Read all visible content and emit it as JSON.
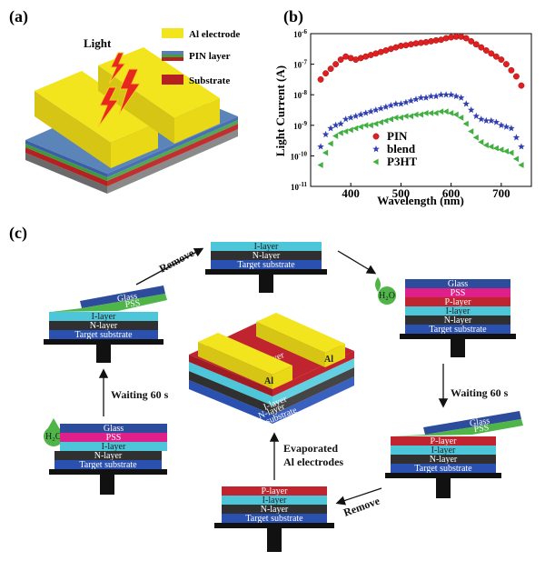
{
  "panels": {
    "a": {
      "label": "(a)",
      "light": "Light",
      "legend": [
        {
          "name": "Al electrode",
          "color": "#f2e51e"
        },
        {
          "name": "PIN layer",
          "color": "#5b7fb5"
        },
        {
          "name": "Substrate",
          "color": "#b52020"
        }
      ]
    },
    "b": {
      "label": "(b)"
    },
    "c": {
      "label": "(c)"
    }
  },
  "chart_data": {
    "type": "scatter",
    "xlabel": "Wavelength (nm)",
    "ylabel": "Light Current (A)",
    "xlim": [
      320,
      760
    ],
    "ylim_log10": [
      -11,
      -6
    ],
    "x_ticks": [
      400,
      500,
      600,
      700
    ],
    "y_ticks": [
      "10^-11",
      "10^-10",
      "10^-9",
      "10^-8",
      "10^-7",
      "10^-6"
    ],
    "legend_placement": "bottom-left",
    "x": [
      340,
      350,
      360,
      370,
      380,
      390,
      400,
      410,
      420,
      430,
      440,
      450,
      460,
      470,
      480,
      490,
      500,
      510,
      520,
      530,
      540,
      550,
      560,
      570,
      580,
      590,
      600,
      610,
      620,
      630,
      640,
      650,
      660,
      670,
      680,
      690,
      700,
      710,
      720,
      730,
      740
    ],
    "series": [
      {
        "name": "PIN",
        "marker": "circle",
        "color": "#e02020",
        "log10_values": [
          -7.5,
          -7.3,
          -7.15,
          -7.0,
          -6.85,
          -6.75,
          -6.8,
          -6.85,
          -6.8,
          -6.75,
          -6.7,
          -6.65,
          -6.6,
          -6.55,
          -6.5,
          -6.45,
          -6.4,
          -6.38,
          -6.35,
          -6.32,
          -6.3,
          -6.28,
          -6.25,
          -6.22,
          -6.2,
          -6.15,
          -6.12,
          -6.1,
          -6.1,
          -6.15,
          -6.25,
          -6.35,
          -6.45,
          -6.55,
          -6.65,
          -6.75,
          -6.85,
          -7.0,
          -7.2,
          -7.4,
          -7.7
        ]
      },
      {
        "name": "blend",
        "marker": "star",
        "color": "#3040b0",
        "log10_values": [
          -9.7,
          -9.3,
          -9.1,
          -9.0,
          -8.95,
          -8.8,
          -8.75,
          -8.7,
          -8.65,
          -8.6,
          -8.55,
          -8.5,
          -8.45,
          -8.4,
          -8.35,
          -8.3,
          -8.3,
          -8.25,
          -8.2,
          -8.15,
          -8.1,
          -8.1,
          -8.05,
          -8.05,
          -8.0,
          -8.0,
          -8.0,
          -8.05,
          -8.1,
          -8.3,
          -8.5,
          -8.7,
          -8.8,
          -8.85,
          -8.85,
          -8.9,
          -9.0,
          -9.05,
          -9.1,
          -9.4,
          -9.7
        ]
      },
      {
        "name": "P3HT",
        "marker": "triangle",
        "color": "#40b040",
        "log10_values": [
          -10.3,
          -9.9,
          -9.6,
          -9.35,
          -9.25,
          -9.2,
          -9.15,
          -9.1,
          -9.05,
          -9.0,
          -9.0,
          -8.95,
          -8.9,
          -8.85,
          -8.8,
          -8.75,
          -8.75,
          -8.7,
          -8.7,
          -8.65,
          -8.65,
          -8.6,
          -8.6,
          -8.6,
          -8.55,
          -8.55,
          -8.6,
          -8.65,
          -8.75,
          -8.95,
          -9.2,
          -9.4,
          -9.55,
          -9.65,
          -9.7,
          -9.75,
          -9.8,
          -9.85,
          -9.9,
          -10.1,
          -10.3
        ]
      }
    ]
  },
  "process": {
    "top_center": {
      "layers": [
        "I-layer",
        "N-layer",
        "Target substrate"
      ]
    },
    "right_top": {
      "drop": "H₂O",
      "layers": [
        "Glass",
        "PSS",
        "P-layer",
        "I-layer",
        "N-layer",
        "Target substrate"
      ]
    },
    "right_bottom": {
      "layers": [
        "Glass",
        "PSS",
        "P-layer",
        "I-layer",
        "N-layer",
        "Target substrate"
      ]
    },
    "bottom_center": {
      "layers": [
        "P-layer",
        "I-layer",
        "N-layer",
        "Target substrate"
      ]
    },
    "left_bottom": {
      "drop": "H₂O",
      "layers": [
        "Glass",
        "PSS",
        "I-layer",
        "N-layer",
        "Target substrate"
      ]
    },
    "left_top": {
      "layers": [
        "Glass",
        "PSS",
        "I-layer",
        "N-layer",
        "Target substrate"
      ]
    },
    "center": {
      "al": "Al",
      "layers": [
        "P-layer",
        "I-layer",
        "N-layer",
        "Target substrate"
      ]
    },
    "steps": {
      "remove_top": "Remove",
      "waiting_right": "Waiting 60 s",
      "remove_bottom": "Remove",
      "evaporated_line1": "Evaporated",
      "evaporated_line2": "Al electrodes",
      "waiting_left": "Waiting 60 s"
    }
  },
  "colors": {
    "glass": "#2e4c9c",
    "pss": "#e0208a",
    "p_layer": "#c0242e",
    "i_layer": "#4cc6d8",
    "n_layer": "#303030",
    "substrate": "#2a50b0",
    "pss_green": "#4fb548",
    "al": "#f2e51e"
  }
}
